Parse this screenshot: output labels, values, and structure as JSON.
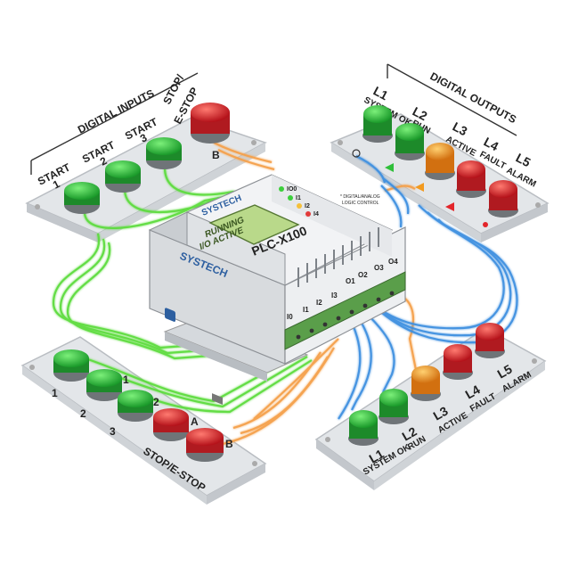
{
  "plc": {
    "brand": "SYSTECH",
    "model": "PLC-X100",
    "display_line1": "RUNNING",
    "display_line2": "I/O ACTIVE",
    "status_leds": [
      "IO0",
      "I1",
      "I2",
      "I4"
    ],
    "tiny_note_line1": "* DIGITAL/ANALOG",
    "tiny_note_line2": "LOGIC CONTROL",
    "input_terminals": [
      "I0",
      "I1",
      "I2",
      "I3"
    ],
    "output_terminals": [
      "O1",
      "O2",
      "O3",
      "O4"
    ]
  },
  "top_inputs": {
    "title": "DIGITAL INPUTS",
    "buttons": [
      {
        "label1": "START",
        "label2": "1",
        "color": "green"
      },
      {
        "label1": "START",
        "label2": "2",
        "color": "green"
      },
      {
        "label1": "START",
        "label2": "3",
        "color": "green"
      },
      {
        "label1": "STOP/",
        "label2": "E-STOP",
        "color": "red"
      }
    ],
    "b_label": "B"
  },
  "top_outputs": {
    "title": "DIGITAL OUTPUTS",
    "lights": [
      {
        "id": "L1",
        "name": "SYSTEM OK",
        "color": "#2fbf3a"
      },
      {
        "id": "L2",
        "name": "RUN",
        "color": "#2fbf3a"
      },
      {
        "id": "L3",
        "name": "ACTIVE",
        "color": "#f29a1f"
      },
      {
        "id": "L4",
        "name": "FAULT",
        "color": "#e3262b"
      },
      {
        "id": "L5",
        "name": "ALARM",
        "color": "#e3262b"
      }
    ]
  },
  "bottom_inputs": {
    "numbers": [
      "1",
      "2",
      "3"
    ],
    "marks": [
      "1",
      "2"
    ],
    "a_label": "A",
    "b_label": "B",
    "stop_label": "STOP/E-STOP"
  },
  "bottom_outputs": {
    "lights": [
      {
        "id": "L1",
        "name": "SYSTEM OK",
        "color": "#2fbf3a"
      },
      {
        "id": "L2",
        "name": "RUN",
        "color": "#2fbf3a"
      },
      {
        "id": "L3",
        "name": "ACTIVE",
        "color": "#f29a1f"
      },
      {
        "id": "L4",
        "name": "FAULT",
        "color": "#e3262b"
      },
      {
        "id": "L5",
        "name": "ALARM",
        "color": "#e3262b"
      }
    ]
  },
  "colors": {
    "green_wire": "#5cdc3c",
    "orange_wire": "#f5a04a",
    "blue_wire": "#3d8fe0",
    "panel": "#dfe2e5",
    "plc_body": "#e8eaec",
    "display": "#b9d98a"
  }
}
